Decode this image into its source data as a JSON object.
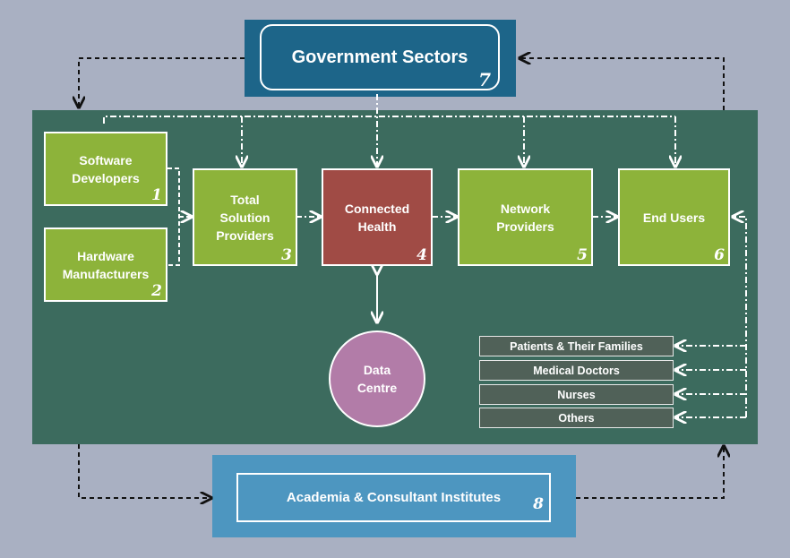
{
  "government": {
    "label": "Government Sectors",
    "number": "7"
  },
  "academia": {
    "label": "Academia & Consultant Institutes",
    "number": "8"
  },
  "nodes": {
    "software_developers": {
      "label": "Software\nDevelopers",
      "number": "1"
    },
    "hardware_manufacturers": {
      "label": "Hardware\nManufacturers",
      "number": "2"
    },
    "total_solution_providers": {
      "label": "Total\nSolution\nProviders",
      "number": "3"
    },
    "connected_health": {
      "label": "Connected\nHealth",
      "number": "4"
    },
    "network_providers": {
      "label": "Network\nProviders",
      "number": "5"
    },
    "end_users": {
      "label": "End Users",
      "number": "6"
    }
  },
  "data_centre": {
    "label": "Data\nCentre"
  },
  "end_user_groups": [
    "Patients & Their Families",
    "Medical Doctors",
    "Nurses",
    "Others"
  ],
  "colors": {
    "background": "#a9b0c2",
    "main_panel": "#3c6b5e",
    "government": "#1d6589",
    "academia": "#4d96c0",
    "node_green": "#8db33a",
    "node_red": "#a04b45",
    "data_centre": "#b27ca8"
  }
}
